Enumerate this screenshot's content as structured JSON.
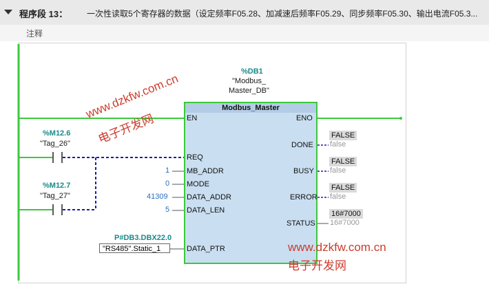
{
  "network": {
    "title": "程序段 13：",
    "description": "一次性读取5个寄存器的数据（设定频率F05.28、加减速后频率F05.29、同步频率F05.30、输出电流F05.3...",
    "comment_label": "注释"
  },
  "block": {
    "db_tag": "%DB1",
    "db_name_line1": "\"Modbus_",
    "db_name_line2": "Master_DB\"",
    "type": "Modbus_Master",
    "pins_in": [
      "EN",
      "REQ",
      "MB_ADDR",
      "MODE",
      "DATA_ADDR",
      "DATA_LEN",
      "DATA_PTR"
    ],
    "pins_out": [
      "ENO",
      "DONE",
      "BUSY",
      "ERROR",
      "STATUS"
    ]
  },
  "contacts": [
    {
      "address": "%M12.6",
      "name": "\"Tag_26\""
    },
    {
      "address": "%M12.7",
      "name": "\"Tag_27\""
    }
  ],
  "inputs": {
    "mb_addr": "1",
    "mode": "0",
    "data_addr": "41309",
    "data_len": "5",
    "data_ptr_addr": "P#DB3.DBX22.0",
    "data_ptr_value": "\"RS485\".Static_1"
  },
  "outputs": {
    "done": {
      "value": "FALSE",
      "monitor": "false"
    },
    "busy": {
      "value": "FALSE",
      "monitor": "false"
    },
    "error": {
      "value": "FALSE",
      "monitor": "false"
    },
    "status": {
      "value": "16#7000",
      "monitor": "16#7000"
    }
  },
  "watermark": {
    "url": "www.dzkfw.com.cn",
    "name": "电子开发网"
  },
  "colors": {
    "power_rail": "#3cc83c",
    "wire_dashed": "#1a1aa8",
    "tag": "#1a8a8a",
    "value": "#2a6ebf"
  }
}
